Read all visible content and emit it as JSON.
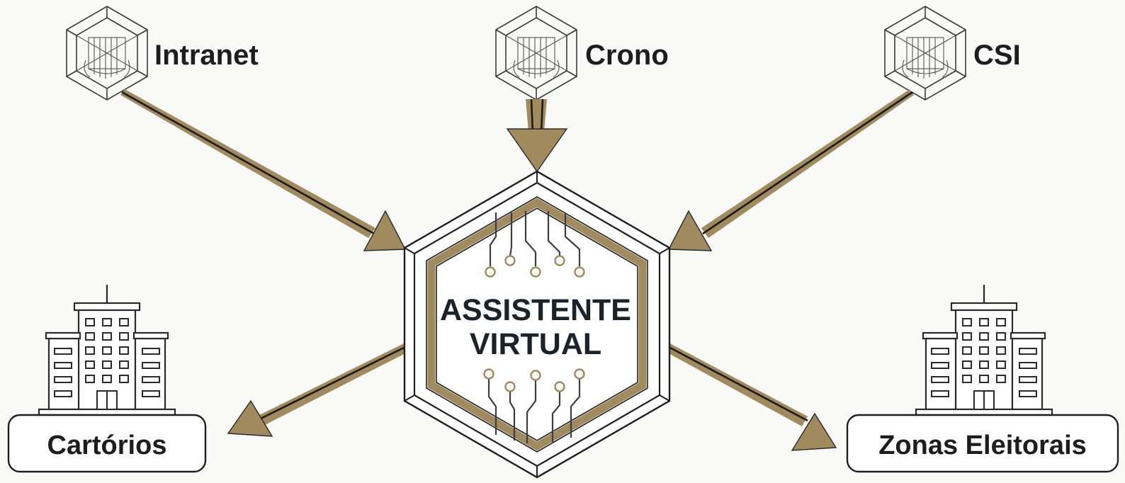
{
  "diagram": {
    "center": {
      "line1": "ASSISTENTE",
      "line2": "VIRTUAL"
    },
    "sources": [
      {
        "id": "intranet",
        "label": "Intranet",
        "icon": "cube-icon"
      },
      {
        "id": "crono",
        "label": "Crono",
        "icon": "cube-icon"
      },
      {
        "id": "csi",
        "label": "CSI",
        "icon": "cube-icon"
      }
    ],
    "destinations": [
      {
        "id": "cartorios",
        "label": "Cartórios",
        "icon": "building-icon"
      },
      {
        "id": "zonas",
        "label": "Zonas Eleitorais",
        "icon": "building-icon"
      }
    ],
    "colors": {
      "accent": "#a08a5e",
      "line": "#1a1a1a",
      "background": "#f9f9f7"
    }
  }
}
